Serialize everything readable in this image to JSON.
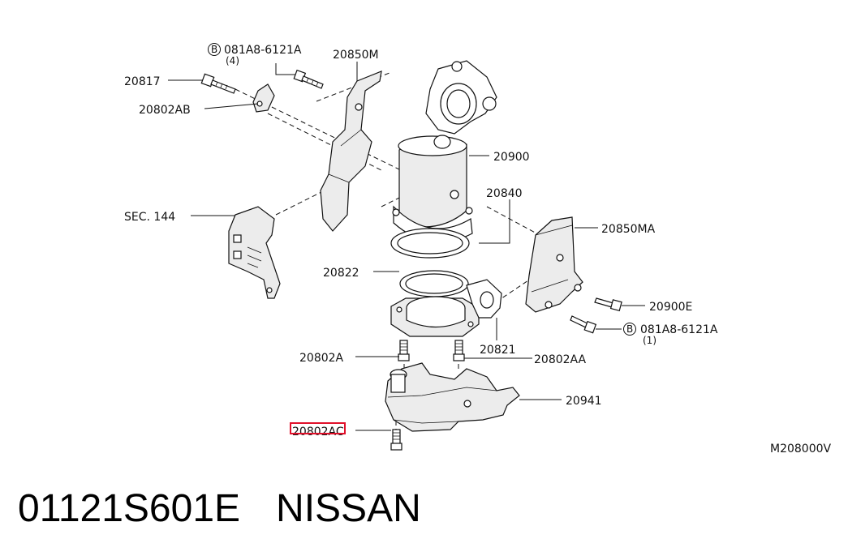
{
  "labels": {
    "bolt_spec_top": "081A8-6121A",
    "bolt_qty_top": "(4)",
    "p20850M": "20850M",
    "p20817": "20817",
    "p20802AB": "20802AB",
    "p20900": "20900",
    "p20840": "20840",
    "sec144": "SEC. 144",
    "p20850MA": "20850MA",
    "p20822": "20822",
    "p20900E": "20900E",
    "bolt_spec_right": "081A8-6121A",
    "bolt_qty_right": "(1)",
    "p20821": "20821",
    "p20802A": "20802A",
    "p20802AA": "20802AA",
    "p20941": "20941",
    "p20802AC": "20802AC",
    "ref_code": "M208000V",
    "b_symbol": "B"
  },
  "highlight": {
    "target": "20802AC",
    "color": "#e0102a"
  },
  "footer": {
    "part_number": "01121S601E",
    "brand": "NISSAN"
  }
}
